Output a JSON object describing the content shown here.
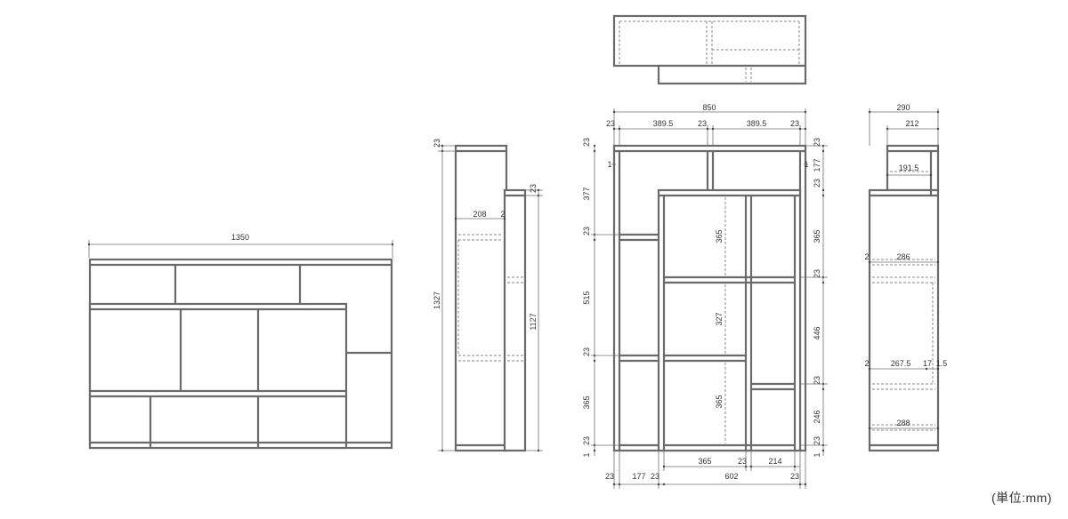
{
  "front_view": {
    "total_width": "1350"
  },
  "side_view_small": {
    "d23_top": "23",
    "d1327": "1327",
    "d208": "208",
    "d2": "2",
    "d23_step": "23",
    "d1127": "1127"
  },
  "front_split_view": {
    "overall_width": "850",
    "d23_a": "23",
    "d389_5_a": "389.5",
    "d23_b": "23",
    "d389_5_b": "389.5",
    "d23_c": "23",
    "left": {
      "v23_top": "23",
      "v1": "1",
      "v377": "377",
      "v23_b": "23",
      "v515": "515",
      "v23_c": "23",
      "v365": "365",
      "v23_d": "23",
      "v1_bottom": "1"
    },
    "right": {
      "v23_top": "23",
      "v1": "1",
      "v177": "177",
      "v23_b": "23",
      "v365": "365",
      "v23_c": "23",
      "v446": "446",
      "v23_d": "23",
      "v246": "246",
      "v23_e": "23",
      "v1_bottom": "1"
    },
    "inner": {
      "h365_upper": "365",
      "h327": "327",
      "h365_lower": "365"
    },
    "bottom": {
      "b365": "365",
      "b23_mid": "23",
      "b214": "214",
      "b23_left": "23",
      "b177": "177",
      "b23_l2": "23",
      "b602": "602",
      "b23_right": "23"
    }
  },
  "side_view_right": {
    "d290": "290",
    "d212": "212",
    "d191_5": "191.5",
    "d2_a": "2",
    "d286": "286",
    "d2_b": "2",
    "d267_5": "267.5",
    "d17": "17",
    "d1_5": "1.5",
    "d288": "288"
  },
  "unit_label": "(単位:mm)"
}
